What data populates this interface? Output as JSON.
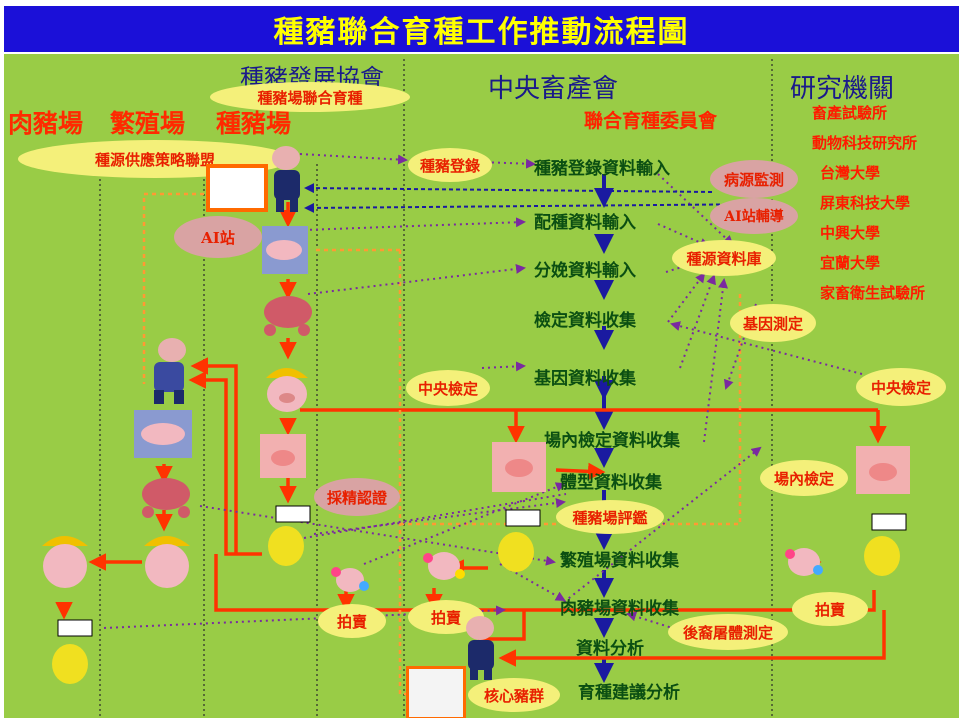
{
  "title": "種豬聯合育種工作推動流程圖",
  "columns": {
    "meat_farm": "肉豬場",
    "breeding_farm": "繁殖場",
    "seedstock_farm": "種豬場",
    "association": "種豬發展協會",
    "central": "中央畜產會",
    "research": "研究機關"
  },
  "subheads": {
    "committee": "聯合育種委員會",
    "association_oval": "種豬場聯合育種",
    "alliance_oval": "種源供應策略聯盟"
  },
  "institutes": [
    "畜產試驗所",
    "動物科技研究所",
    "台灣大學",
    "屏東科技大學",
    "中興大學",
    "宜蘭大學",
    "家畜衛生試驗所"
  ],
  "flow_steps": [
    "種豬登錄資料輸入",
    "配種資料輸入",
    "分娩資料輸入",
    "檢定資料收集",
    "基因資料收集",
    "場內檢定資料收集",
    "體型資料收集",
    "繁殖場資料收集",
    "肉豬場資料收集",
    "資料分析",
    "育種建議分析"
  ],
  "ovals": {
    "registration": "種豬登錄",
    "disease_monitor": "病源監測",
    "ai_guidance": "AI站輔導",
    "ai_station": "AI站",
    "database": "種源資料庫",
    "gene_test": "基因測定",
    "central_test_left": "中央檢定",
    "central_test_right": "中央檢定",
    "onfarm_test": "場內檢定",
    "semen_cert": "採精認證",
    "farm_eval": "種豬場評鑑",
    "auction_left": "拍賣",
    "auction_mid": "拍賣",
    "auction_right": "拍賣",
    "offspring_measure": "後裔屠體測定",
    "nucleus_herd": "核心豬群"
  },
  "colors": {
    "title_bg": "#1b10d8",
    "title_text": "#ffff00",
    "canvas_bg": "#99cc46",
    "flow_arrow": "#1a1aa0",
    "red_arrow": "#ff3300",
    "orange_dash": "#ff9933",
    "purple_dot": "#7a2aa0"
  }
}
